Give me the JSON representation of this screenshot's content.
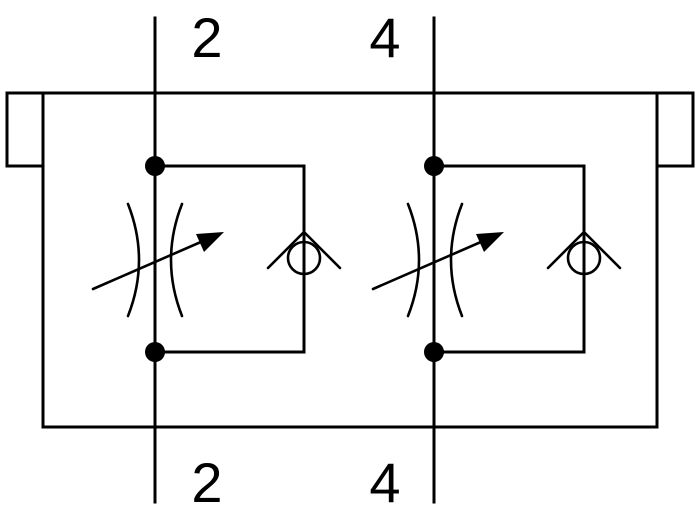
{
  "diagram": {
    "ports_top": [
      "2",
      "4"
    ],
    "ports_bottom": [
      "2",
      "4"
    ],
    "components": [
      {
        "type": "adjustable-throttle",
        "icon": "variable-orifice-icon"
      },
      {
        "type": "check-valve",
        "icon": "check-valve-icon"
      },
      {
        "type": "adjustable-throttle",
        "icon": "variable-orifice-icon"
      },
      {
        "type": "check-valve",
        "icon": "check-valve-icon"
      }
    ],
    "colors": {
      "line": "#000000",
      "background": "#ffffff"
    }
  }
}
